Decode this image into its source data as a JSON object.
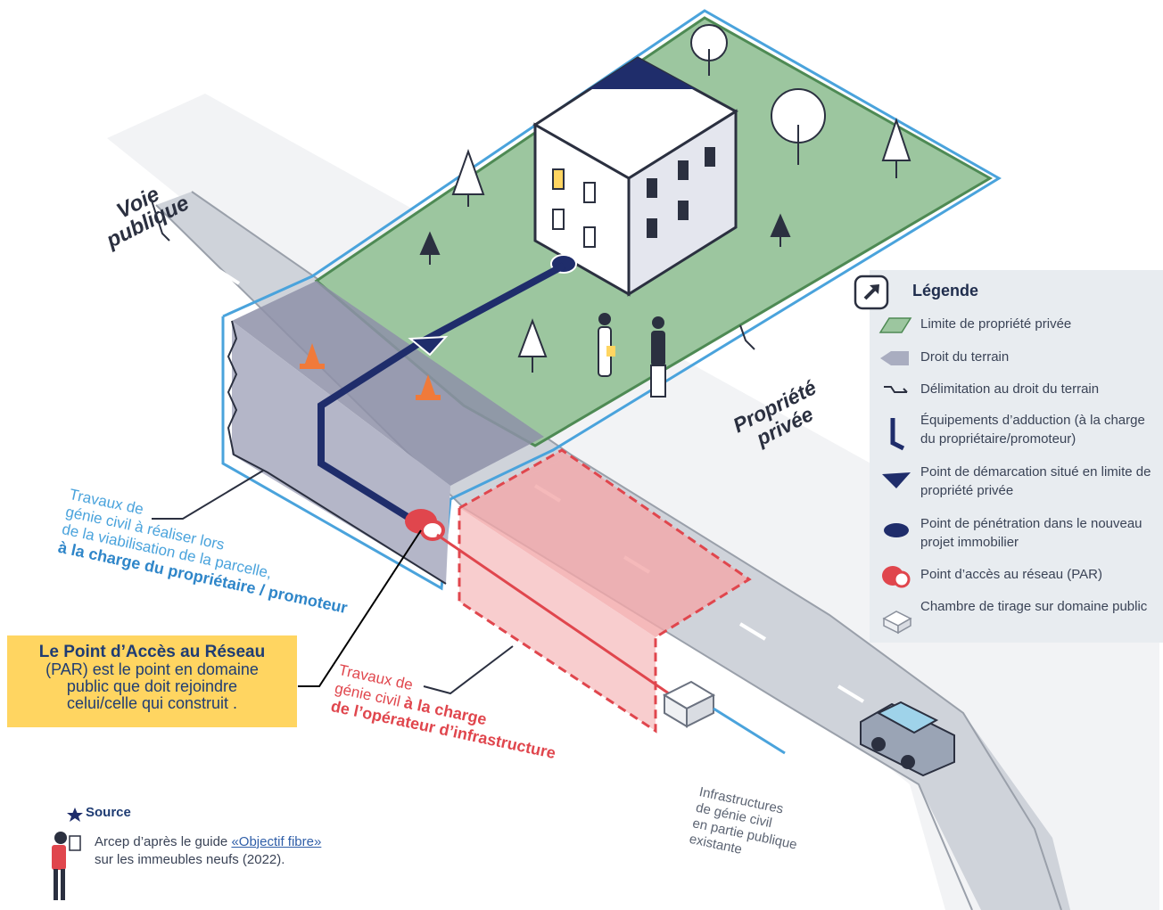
{
  "labels": {
    "voie_line1": "Voie",
    "voie_line2": "publique",
    "propriete_line1": "Propriété",
    "propriete_line2": "privée",
    "travaux_prop_line1": "Travaux de",
    "travaux_prop_line2": "génie civil à réaliser lors",
    "travaux_prop_line3": "de la viabilisation de la parcelle,",
    "travaux_prop_line4": "à la charge du propriétaire / promoteur",
    "travaux_op_line1": "Travaux de",
    "travaux_op_line2a": "génie civil ",
    "travaux_op_line2b": "à la charge",
    "travaux_op_line3": "de l’opérateur d’infrastructure",
    "infra_line1": "Infrastructures",
    "infra_line2": "de génie civil",
    "infra_line3": "en partie publique",
    "infra_line4": "existante"
  },
  "par_box": {
    "title": "Le Point d’Accès au Réseau",
    "text": "(PAR) est le point en domaine public que doit rejoindre celui/celle qui construit ."
  },
  "legend": {
    "title": "Légende",
    "items": [
      {
        "icon": "green-parcel-icon",
        "label": "Limite de propriété privée"
      },
      {
        "icon": "grey-arrow-icon",
        "label": "Droit du terrain"
      },
      {
        "icon": "step-line-icon",
        "label": "Délimitation au droit du terrain"
      },
      {
        "icon": "l-pipe-icon",
        "label": "Équipements d’adduction (à la charge du propriétaire/promoteur)"
      },
      {
        "icon": "demarcation-triangle-icon",
        "label": "Point de démarcation situé en limite de propriété privée"
      },
      {
        "icon": "penetration-ellipse-icon",
        "label": "Point de pénétration dans le nouveau projet immobilier"
      },
      {
        "icon": "par-cylinder-icon",
        "label": "Point d’accès au réseau (PAR)"
      },
      {
        "icon": "chamber-box-icon",
        "label": "Chambre de tirage sur domaine public"
      }
    ]
  },
  "source": {
    "title": "Source",
    "text_before": "Arcep d’après le guide ",
    "link": "«Objectif fibre»",
    "text_after": "sur les immeubles neufs (2022)."
  },
  "colors": {
    "blue_outline": "#4aa3dc",
    "navy": "#1f2d6b",
    "red": "#e0464d",
    "green": "#9cc69f",
    "yellow": "#ffd561"
  }
}
